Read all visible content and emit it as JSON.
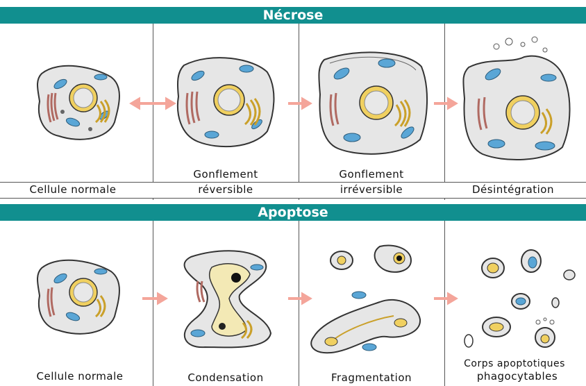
{
  "banners": {
    "necrose": "Nécrose",
    "apoptose": "Apoptose"
  },
  "necrose": {
    "captions": [
      {
        "line1": "",
        "line2": "Cellule normale"
      },
      {
        "line1": "Gonflement",
        "line2": "réversible"
      },
      {
        "line1": "Gonflement",
        "line2": "irréversible"
      },
      {
        "line1": "",
        "line2": "Désintégration"
      }
    ]
  },
  "apoptose": {
    "captions": [
      {
        "line1": "",
        "line2": "Cellule normale"
      },
      {
        "line1": "",
        "line2": "Condensation"
      },
      {
        "line1": "",
        "line2": "Fragmentation"
      },
      {
        "line1": "Corps apoptotiques",
        "line2": "phagocytables"
      }
    ]
  },
  "colors": {
    "banner": "#118f8f",
    "arrow": "#f4a59a",
    "cytoplasm": "#e6e6e6",
    "mitochondria": "#5aa6d6",
    "golgi": "#e0b93a",
    "er": "#b06a62",
    "nucleus": "#f0d060"
  }
}
